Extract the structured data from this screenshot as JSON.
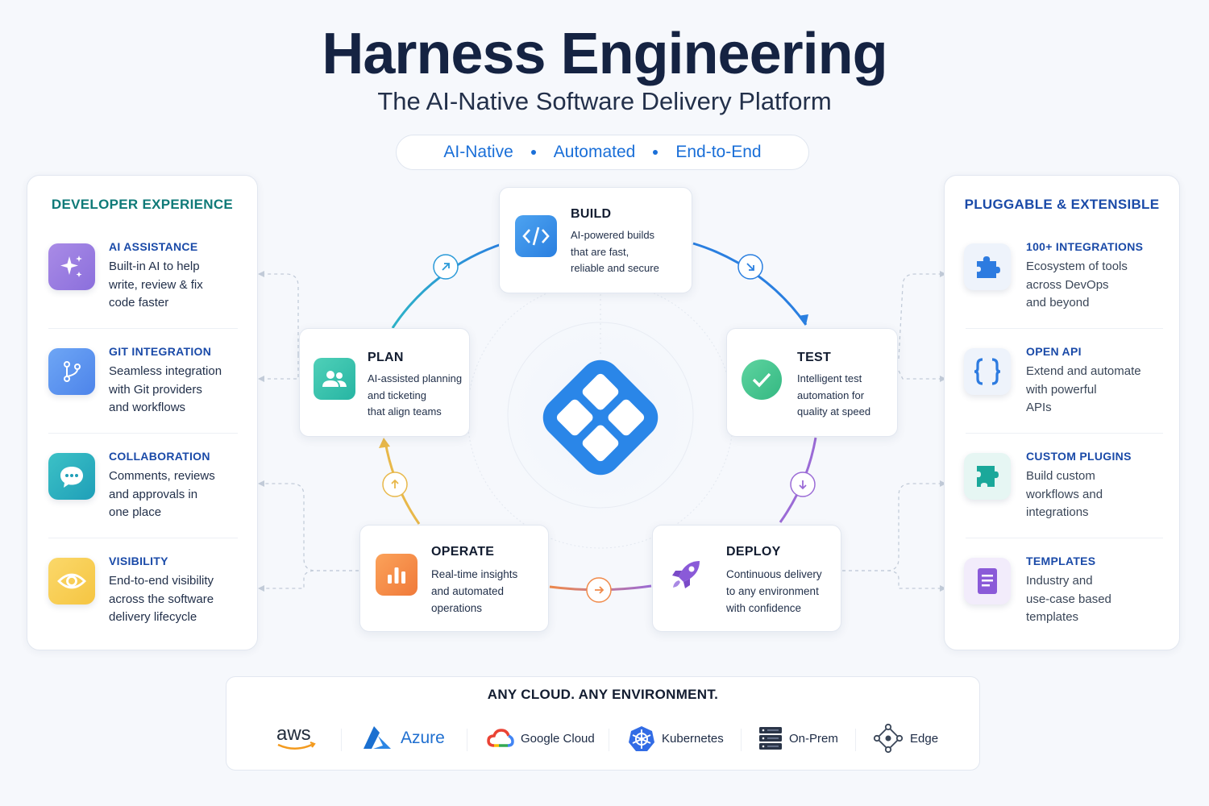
{
  "header": {
    "title": "Harness Engineering",
    "subtitle": "The AI-Native Software Delivery Platform",
    "tags": [
      "AI-Native",
      "Automated",
      "End-to-End"
    ]
  },
  "left_panel": {
    "title": "DEVELOPER EXPERIENCE",
    "items": [
      {
        "title": "AI ASSISTANCE",
        "lines": [
          "Built-in AI to help",
          "write, review & fix",
          "code faster"
        ],
        "icon": "sparkle-icon"
      },
      {
        "title": "GIT INTEGRATION",
        "lines": [
          "Seamless integration",
          "with Git providers",
          "and workflows"
        ],
        "icon": "git-branch-icon"
      },
      {
        "title": "COLLABORATION",
        "lines": [
          "Comments, reviews",
          "and approvals in",
          "one place"
        ],
        "icon": "chat-bubble-icon"
      },
      {
        "title": "VISIBILITY",
        "lines": [
          "End-to-end visibility",
          "across the software",
          "delivery lifecycle"
        ],
        "icon": "eye-icon"
      }
    ]
  },
  "right_panel": {
    "title": "PLUGGABLE & EXTENSIBLE",
    "items": [
      {
        "title": "100+ INTEGRATIONS",
        "lines": [
          "Ecosystem of tools",
          "across DevOps",
          "and beyond"
        ],
        "icon": "puzzle-icon"
      },
      {
        "title": "OPEN API",
        "lines": [
          "Extend and automate",
          "with powerful",
          "APIs"
        ],
        "icon": "braces-icon"
      },
      {
        "title": "CUSTOM PLUGINS",
        "lines": [
          "Build custom",
          "workflows and",
          "integrations"
        ],
        "icon": "puzzle-piece-icon"
      },
      {
        "title": "TEMPLATES",
        "lines": [
          "Industry and",
          "use-case based",
          "templates"
        ],
        "icon": "document-icon"
      }
    ]
  },
  "cycle": {
    "build": {
      "title": "BUILD",
      "lines": [
        "AI-powered builds",
        "that are fast,",
        "reliable and secure"
      ],
      "icon": "code-icon"
    },
    "test": {
      "title": "TEST",
      "lines": [
        "Intelligent test",
        "automation for",
        "quality at speed"
      ],
      "icon": "check-circle-icon"
    },
    "deploy": {
      "title": "DEPLOY",
      "lines": [
        "Continuous delivery",
        "to any environment",
        "with confidence"
      ],
      "icon": "rocket-icon"
    },
    "operate": {
      "title": "OPERATE",
      "lines": [
        "Real-time insights",
        "and automated",
        "operations"
      ],
      "icon": "bar-chart-icon"
    },
    "plan": {
      "title": "PLAN",
      "lines": [
        "AI-assisted planning",
        "and ticketing",
        "that align teams"
      ],
      "icon": "users-icon"
    }
  },
  "environments": {
    "title": "ANY CLOUD. ANY ENVIRONMENT.",
    "providers": [
      "aws",
      "Azure",
      "Google Cloud",
      "Kubernetes",
      "On-Prem",
      "Edge"
    ]
  },
  "colors": {
    "navy": "#152342",
    "blue": "#1a6fd8",
    "teal_heading": "#0f7a78",
    "logo_blue": "#2a86e8"
  }
}
